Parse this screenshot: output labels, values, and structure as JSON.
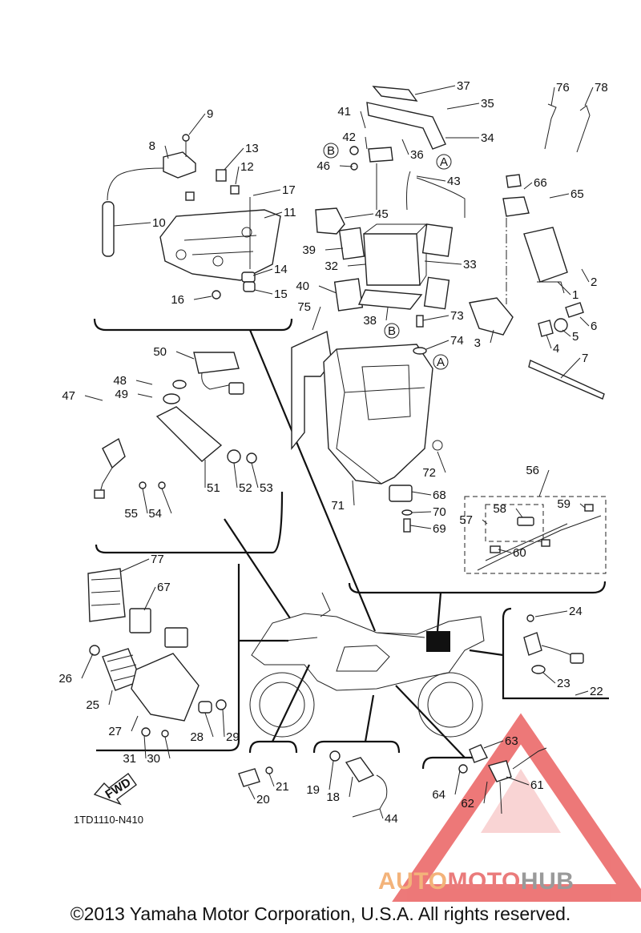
{
  "diagram": {
    "part_numbers": [
      "1",
      "2",
      "3",
      "4",
      "5",
      "6",
      "7",
      "8",
      "9",
      "10",
      "11",
      "12",
      "13",
      "14",
      "15",
      "16",
      "17",
      "18",
      "19",
      "20",
      "21",
      "22",
      "23",
      "24",
      "25",
      "26",
      "27",
      "28",
      "29",
      "30",
      "31",
      "32",
      "33",
      "34",
      "35",
      "36",
      "37",
      "38",
      "39",
      "40",
      "41",
      "42",
      "43",
      "44",
      "45",
      "46",
      "47",
      "48",
      "49",
      "50",
      "51",
      "52",
      "53",
      "54",
      "55",
      "56",
      "57",
      "58",
      "59",
      "60",
      "61",
      "62",
      "63",
      "64",
      "65",
      "66",
      "67",
      "68",
      "69",
      "70",
      "71",
      "72",
      "73",
      "74",
      "75",
      "76",
      "77",
      "78"
    ],
    "reference_marks": [
      "A",
      "B"
    ],
    "direction_label": "FWD",
    "diagram_code": "1TD1110-N410"
  },
  "watermark": {
    "text_part1": "AUTO",
    "text_part2": "MOTO",
    "text_part3": "HUB",
    "colors": {
      "auto": "#f3b37a",
      "moto": "#ea7b7b",
      "hub": "#9a9a9a",
      "triangle": "#e74c4c"
    }
  },
  "footer": {
    "copyright": "©2013 Yamaha Motor Corporation, U.S.A. All rights reserved."
  }
}
